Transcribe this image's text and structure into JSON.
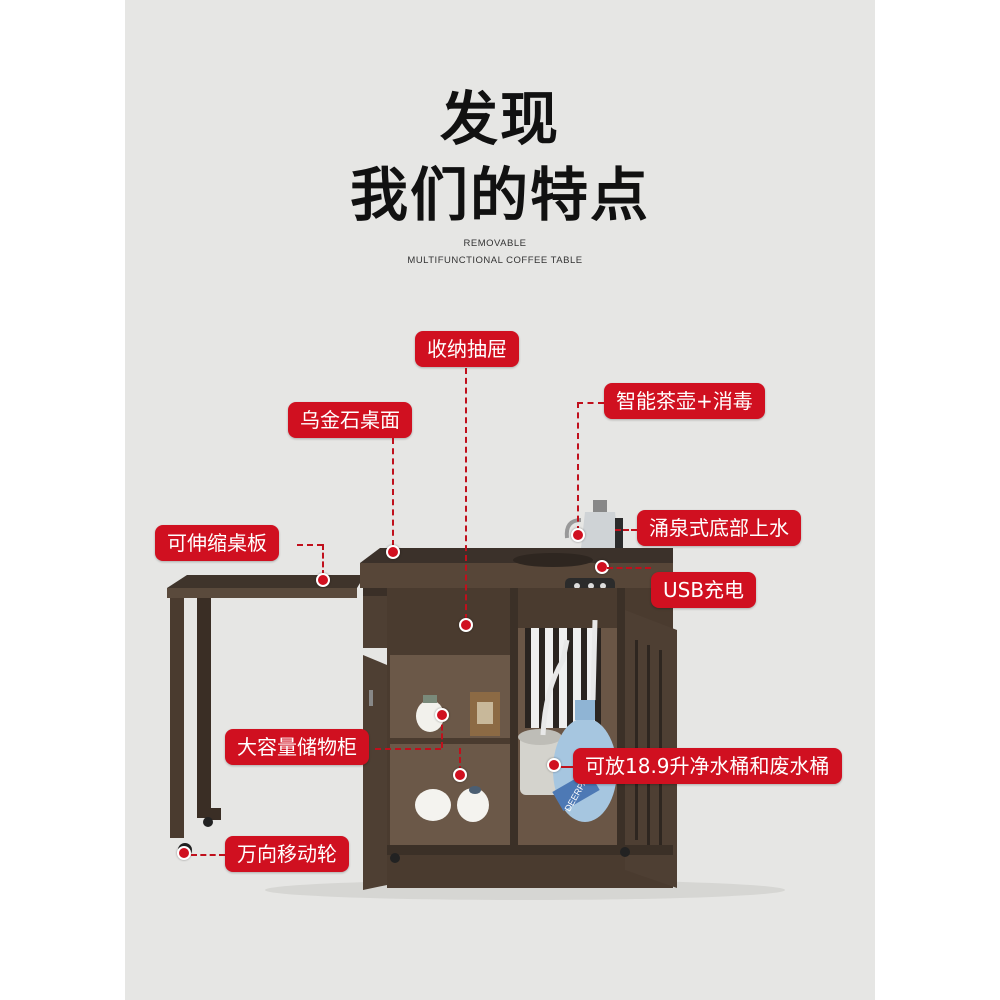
{
  "heading": {
    "line1": "发现",
    "line2": "我们的特点",
    "sub1": "REMOVABLE",
    "sub2": "MULTIFUNCTIONAL COFFEE TABLE"
  },
  "labels": {
    "drawer": "收纳抽屉",
    "stone_top": "乌金石桌面",
    "smart_kettle": "智能茶壶+消毒",
    "extend_board": "可伸缩桌板",
    "fountain": "涌泉式底部上水",
    "usb": "USB充电",
    "storage": "大容量储物柜",
    "bucket": "可放18.9升净水桶和废水桶",
    "wheels": "万向移动轮"
  },
  "product_print": {
    "bottle_brand": "DEERPARK"
  },
  "colors": {
    "accent": "#d01020",
    "wood": "#4a3b2f",
    "panel_bg": "#e6e6e4"
  }
}
